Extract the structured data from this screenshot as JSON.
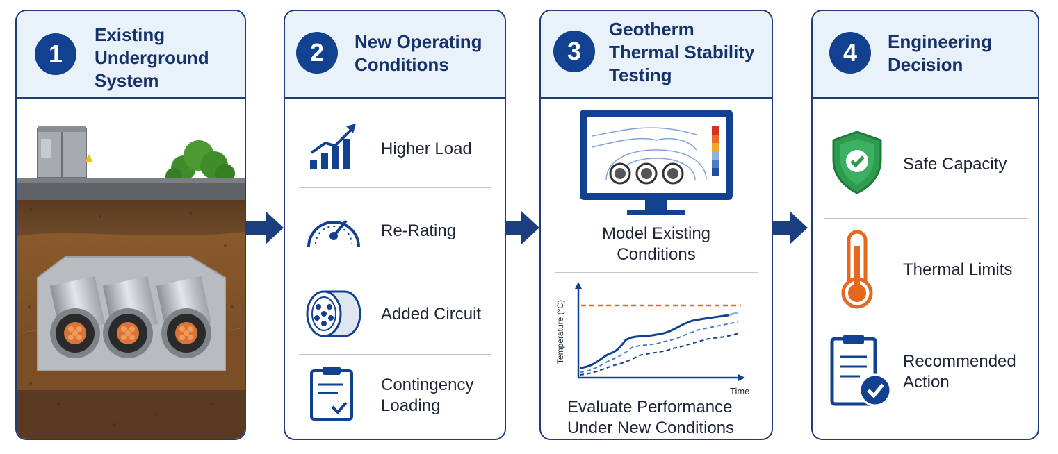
{
  "steps": [
    {
      "number": "1",
      "title_lines": [
        "Existing",
        "Underground",
        "System"
      ]
    },
    {
      "number": "2",
      "title_lines": [
        "New Operating",
        "Conditions"
      ]
    },
    {
      "number": "3",
      "title_lines": [
        "Geotherm",
        "Thermal Stability",
        "Testing"
      ]
    },
    {
      "number": "4",
      "title_lines": [
        "Engineering",
        "Decision"
      ]
    }
  ],
  "operating_conditions": [
    {
      "icon": "rising-bar-chart-icon",
      "label_lines": [
        "Higher Load"
      ]
    },
    {
      "icon": "gauge-icon",
      "label_lines": [
        "Re-Rating"
      ]
    },
    {
      "icon": "cable-cross-section-icon",
      "label_lines": [
        "Added Circuit"
      ]
    },
    {
      "icon": "clipboard-check-icon",
      "label_lines": [
        "Contingency",
        "Loading"
      ]
    }
  ],
  "testing": {
    "model_caption_lines": [
      "Model Existing",
      "Conditions"
    ],
    "graph": {
      "ylabel": "Temperature (°C)",
      "xlabel": "Time"
    },
    "evaluate_caption_lines": [
      "Evaluate Performance",
      "Under New Conditions"
    ]
  },
  "decision": [
    {
      "icon": "shield-check-icon",
      "label_lines": [
        "Safe Capacity"
      ]
    },
    {
      "icon": "thermometer-icon",
      "label_lines": [
        "Thermal Limits"
      ]
    },
    {
      "icon": "clipboard-check-icon",
      "label_lines": [
        "Recommended",
        "Action"
      ]
    }
  ],
  "colors": {
    "navy": "#1f3d78",
    "badge": "#11418f",
    "header_bg": "#e9f1fb",
    "shield_green": "#2e9b4f",
    "thermo_orange": "#e8671e",
    "limit_dashed": "#e8671e"
  }
}
